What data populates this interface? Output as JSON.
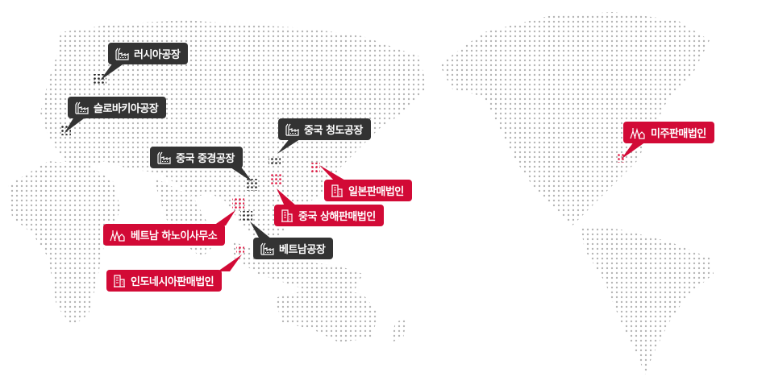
{
  "colors": {
    "factory": "#333333",
    "office": "#d20a36",
    "land_dots": "#b5b5b5"
  },
  "locations": [
    {
      "id": "russia",
      "label": "러시아공장",
      "type": "factory",
      "icon": "factory-icon"
    },
    {
      "id": "slovakia",
      "label": "슬로바키아공장",
      "type": "factory",
      "icon": "factory-icon"
    },
    {
      "id": "chongqing",
      "label": "중국 중경공장",
      "type": "factory",
      "icon": "factory-icon"
    },
    {
      "id": "qingdao",
      "label": "중국 청도공장",
      "type": "factory",
      "icon": "factory-icon"
    },
    {
      "id": "japan",
      "label": "일본판매법인",
      "type": "sales",
      "icon": "building-icon"
    },
    {
      "id": "shanghai",
      "label": "중국 상해판매법인",
      "type": "sales",
      "icon": "building-icon"
    },
    {
      "id": "hanoi",
      "label": "베트남 하노이사무소",
      "type": "office",
      "icon": "office-people-icon"
    },
    {
      "id": "vietnam",
      "label": "베트남공장",
      "type": "factory",
      "icon": "factory-icon"
    },
    {
      "id": "indonesia",
      "label": "인도네시아판매법인",
      "type": "sales",
      "icon": "building-icon"
    },
    {
      "id": "usa",
      "label": "미주판매법인",
      "type": "office",
      "icon": "office-people-icon"
    }
  ]
}
